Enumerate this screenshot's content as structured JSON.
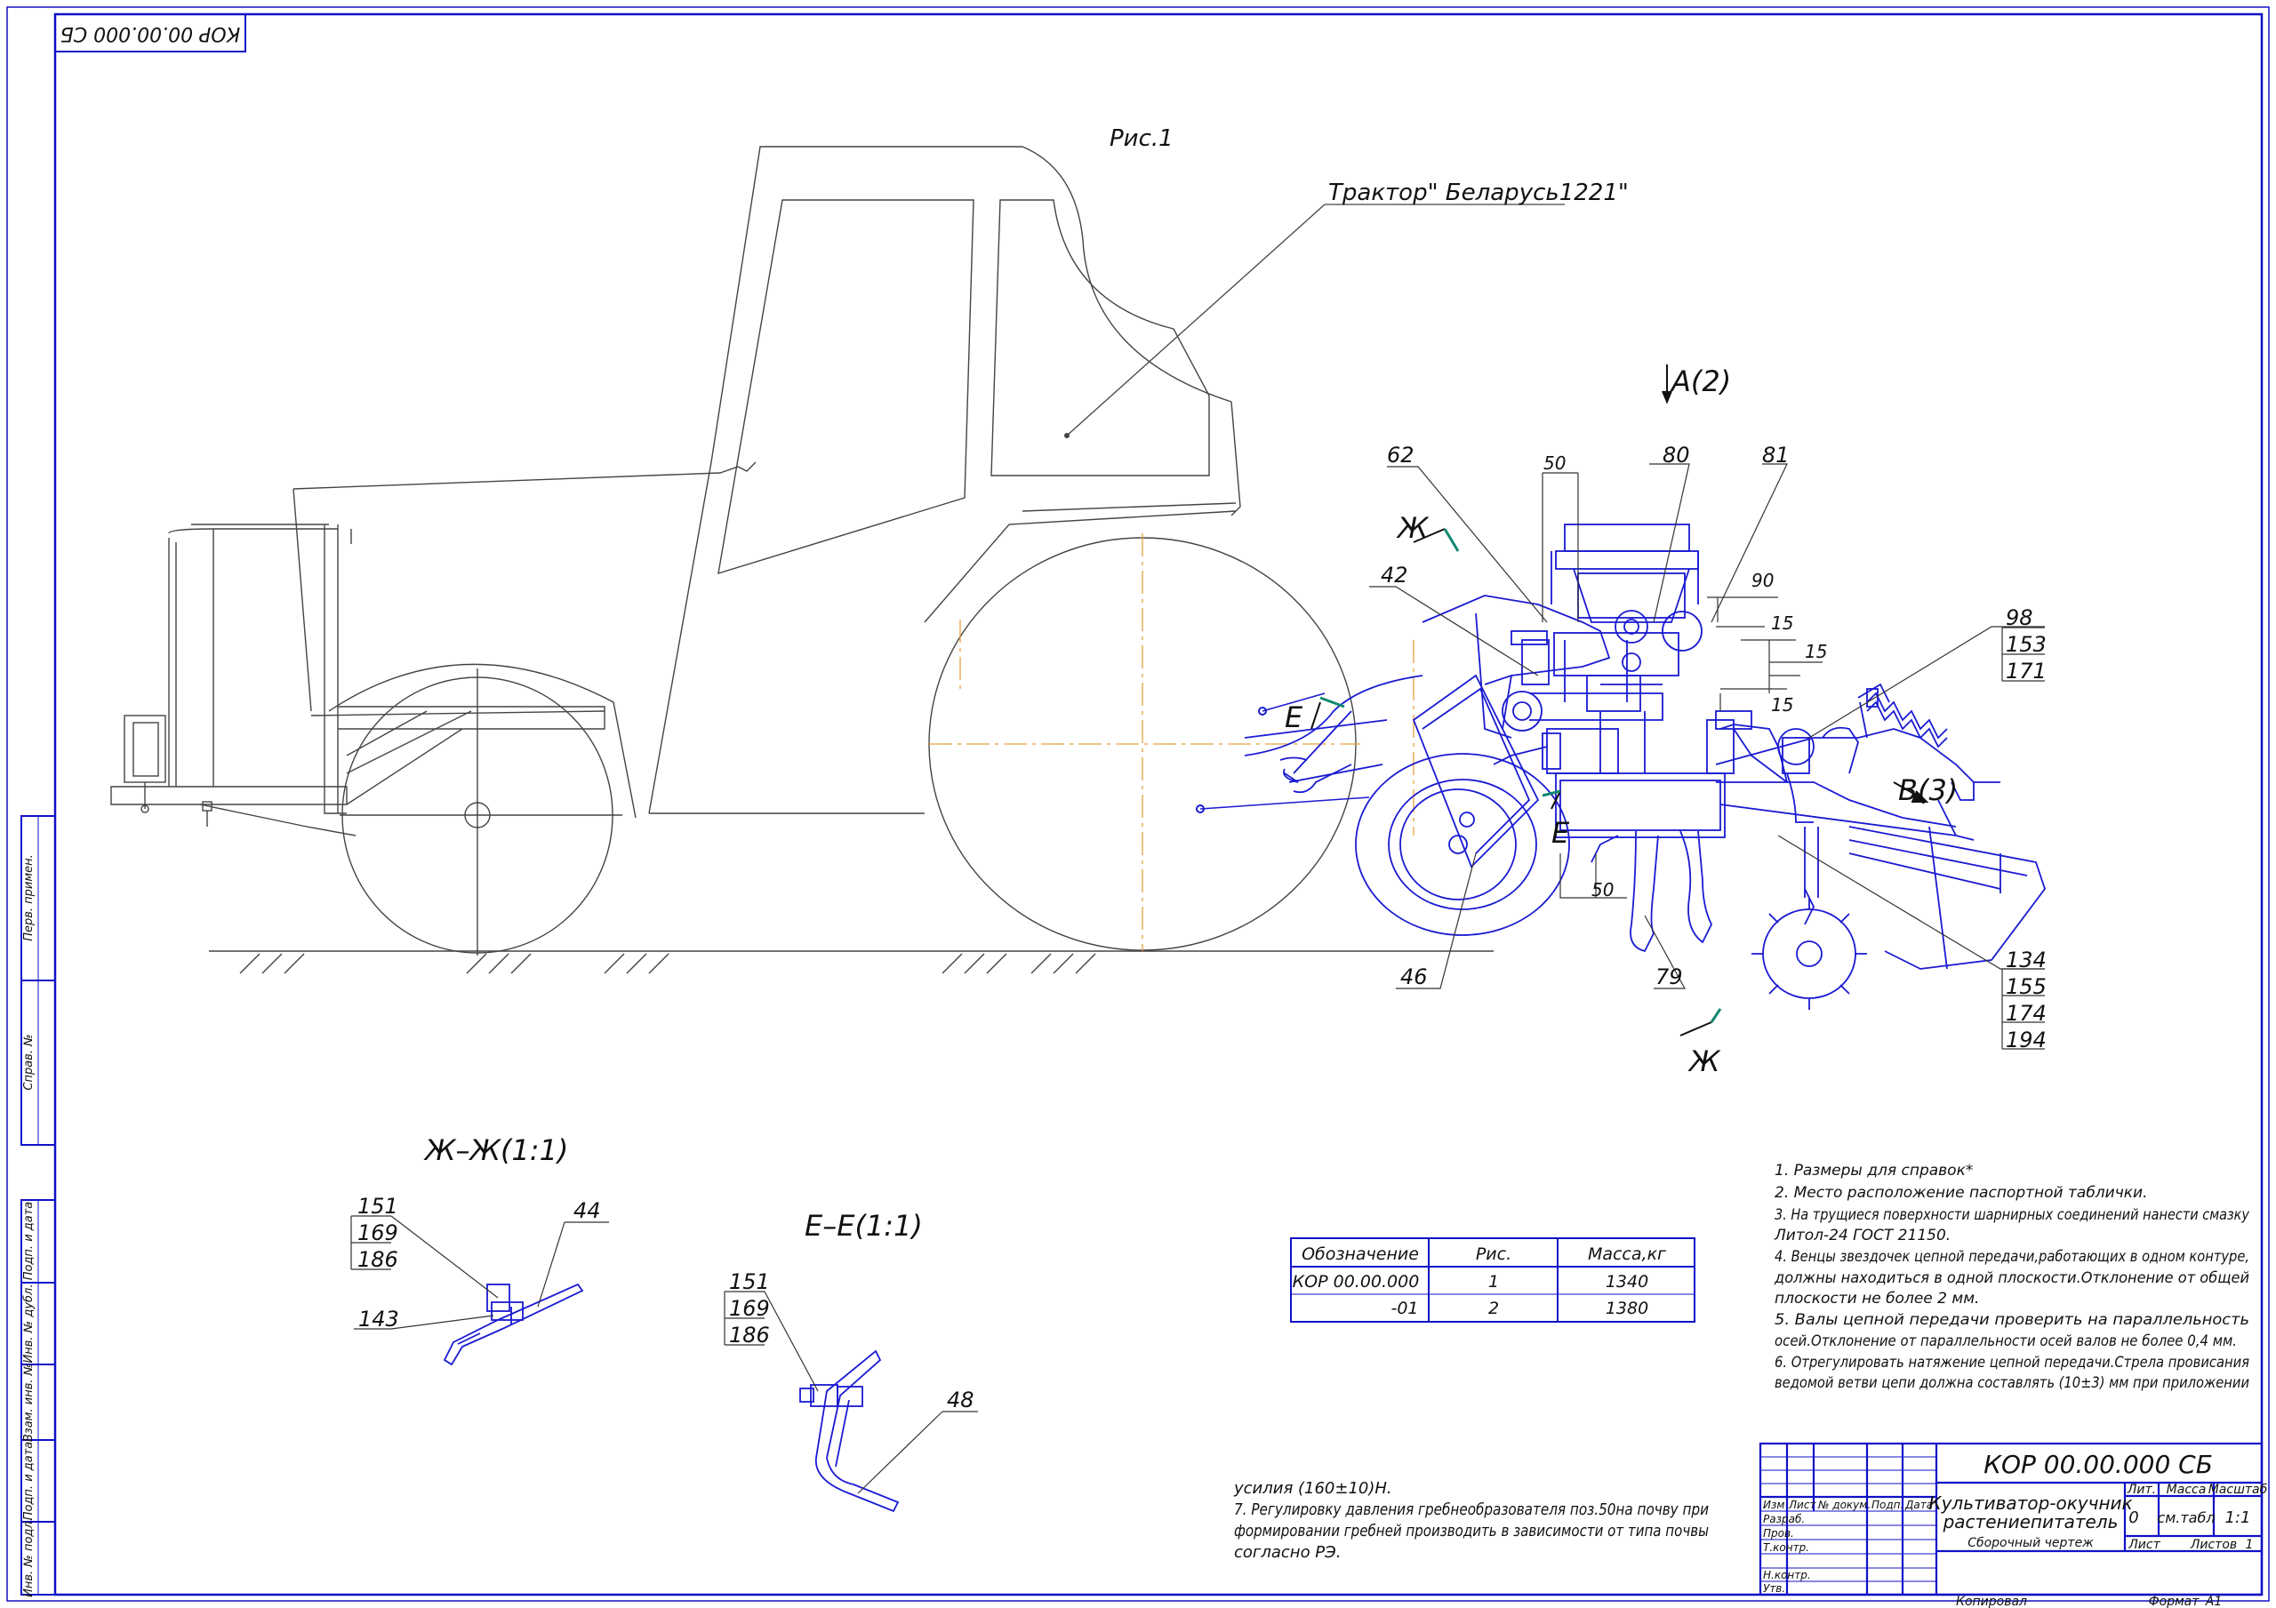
{
  "corner_code": "КОР 00.00.000 СБ",
  "figure_label": "Рис.1",
  "tractor_label": "Трактор\" Беларусь1221\"",
  "views": {
    "a": "A(2)",
    "b": "B(3)",
    "e_mark": "E",
    "zh_mark": "Ж",
    "section_zh": "Ж–Ж(1:1)",
    "section_e": "E–E(1:1)"
  },
  "dims": {
    "d50_top": "50",
    "d50_bottom": "50",
    "d90": "90",
    "d15a": "15",
    "d15b": "15",
    "d15c": "15"
  },
  "callouts": {
    "c62": "62",
    "c80": "80",
    "c81": "81",
    "c42": "42",
    "c46": "46",
    "c79": "79",
    "stack_98": [
      "98",
      "153",
      "171"
    ],
    "stack_134": [
      "134",
      "155",
      "174",
      "194"
    ],
    "zh_stack": [
      "151",
      "169",
      "186"
    ],
    "zh_44": "44",
    "zh_143": "143",
    "e_stack": [
      "151",
      "169",
      "186"
    ],
    "e_48": "48"
  },
  "notes": [
    "1. Размеры для справок*",
    "2. Место расположение паспортной таблички.",
    "3. На трущиеся поверхности шарнирных соединений нанести смазку",
    "Литол-24 ГОСТ 21150.",
    "4. Венцы звездочек цепной передачи,работающих в одном контуре,",
    "должны находиться в одной плоскости.Отклонение от общей",
    "плоскости не более 2 мм.",
    "5. Валы цепной передачи проверить на параллельность",
    "осей.Отклонение от параллельности осей валов не более 0,4 мм.",
    "6. Отрегулировать натяжение цепной передачи.Стрела провисания",
    "ведомой ветви цепи должна составлять (10±3) мм при приложении"
  ],
  "notes_cont": [
    "усилия (160±10)Н.",
    "7. Регулировку давления гребнеобразователя поз.50на почву при",
    "формировании гребней производить в зависимости от типа почвы",
    "согласно РЭ."
  ],
  "mass_table": {
    "headers": [
      "Обозначение",
      "Рис.",
      "Масса,кг"
    ],
    "rows": [
      [
        "КОР 00.00.000",
        "1",
        "1340"
      ],
      [
        "-01",
        "2",
        "1380"
      ]
    ]
  },
  "left_strip": [
    "Перв. примен.",
    "Справ. №",
    "Подп. и дата",
    "Инв. № дубл.",
    "Взам. инв. №",
    "Подп. и дата",
    "Инв. № подл."
  ],
  "title_block": {
    "code": "КОР 00.00.000 СБ",
    "name_line1": "Культиватор-окучник",
    "name_line2": "растениепитатель",
    "doc_type": "Сборочный чертеж",
    "col_headers": [
      "Изм",
      "Лист",
      "№ докум.",
      "Подп.",
      "Дата"
    ],
    "roles": [
      "Разраб.",
      "Пров.",
      "Т.контр.",
      "Н.контр.",
      "Утв."
    ],
    "lit_label": "Лит.",
    "lit_value": "0",
    "mass_label": "Масса",
    "mass_value": "см.табл",
    "scale_label": "Масштаб",
    "scale_value": "1:1",
    "sheet_label": "Лист",
    "sheets_label": "Листов",
    "sheets_value": "1",
    "copied": "Копировал",
    "format": "Формат",
    "format_value": "A1"
  },
  "colors": {
    "frame": "#1010c8",
    "tractor": "#444444",
    "assembly": "#1a1ad2",
    "centerline": "#e8a040",
    "section_mark": "#108870"
  }
}
